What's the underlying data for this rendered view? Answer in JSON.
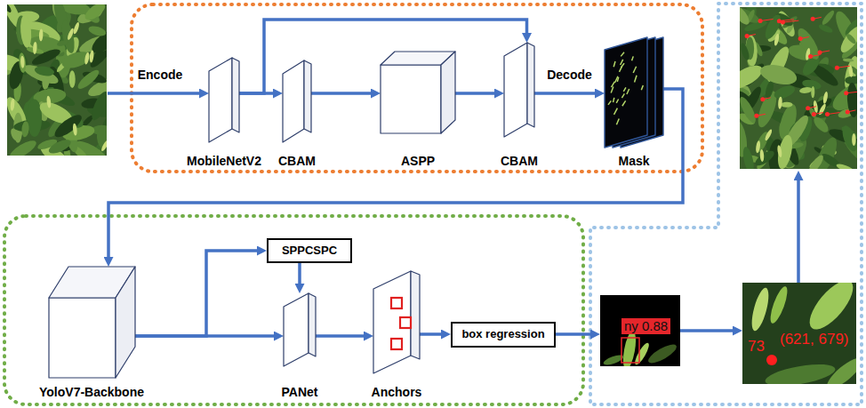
{
  "diagram": {
    "nodes": [
      {
        "text": [
          "MobileNetV2"
        ]
      },
      {
        "text": [
          "CBAM"
        ]
      },
      {
        "text": [
          "ASPP"
        ]
      },
      {
        "text": [
          "CBAM"
        ]
      },
      {
        "text": [
          "Mask"
        ]
      },
      {
        "text": [
          "YoloV7-Backbone"
        ]
      },
      {
        "text": [
          "SPPCSPC"
        ]
      },
      {
        "text": [
          "PANet"
        ]
      },
      {
        "text": [
          "Anchors"
        ]
      },
      {
        "text": [
          "box regression"
        ]
      },
      {
        "text": [
          "ny 0.88"
        ]
      },
      {
        "text": [
          "73",
          "(621, 679)"
        ]
      }
    ],
    "edges": [
      {
        "from": 0,
        "to": 1,
        "arrow": "to"
      },
      {
        "from": 0,
        "to": 3,
        "arrow": "to"
      },
      {
        "from": 1,
        "to": 2,
        "arrow": "to"
      },
      {
        "from": 2,
        "to": 3,
        "arrow": "to"
      },
      {
        "from": 3,
        "to": 4,
        "label": "Decode",
        "arrow": "to"
      },
      {
        "from": 4,
        "to": 5,
        "arrow": "to"
      },
      {
        "from": 5,
        "to": 7,
        "arrow": "to"
      },
      {
        "from": 5,
        "to": 6,
        "arrow": "to"
      },
      {
        "from": 6,
        "to": 7,
        "arrow": "to"
      },
      {
        "from": 7,
        "to": 8,
        "arrow": "to"
      },
      {
        "from": 8,
        "to": 9,
        "arrow": "to"
      },
      {
        "from": 9,
        "to": 10,
        "arrow": "to"
      },
      {
        "from": 10,
        "to": 11,
        "arrow": "to"
      }
    ],
    "labels": [
      "Encode"
    ]
  }
}
